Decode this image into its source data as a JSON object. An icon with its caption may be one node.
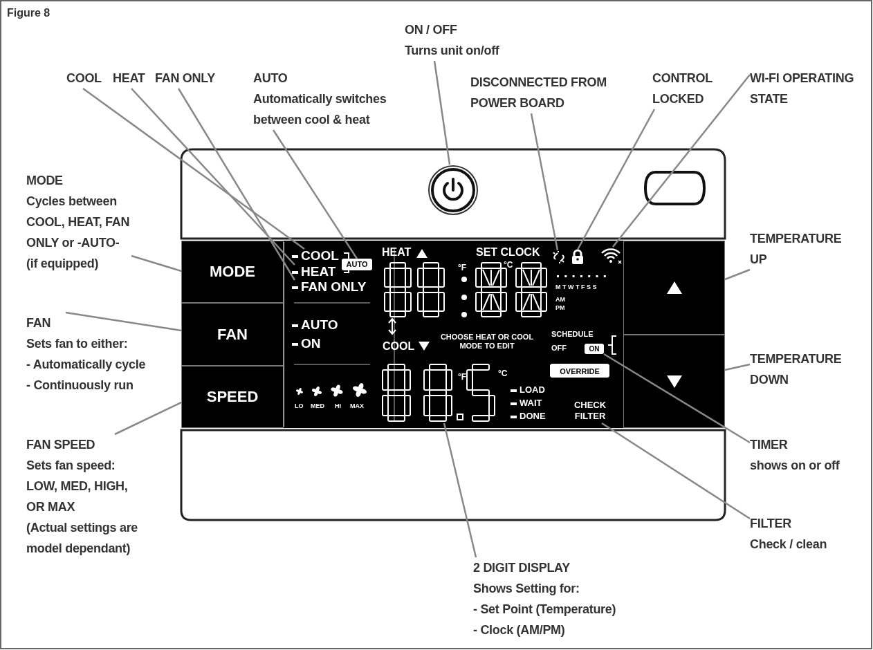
{
  "diagram": {
    "title": "Figure 8",
    "nodes": [
      {
        "text": [
          "ON / OFF",
          "Turns unit on/off"
        ]
      },
      {
        "text": [
          "COOL"
        ]
      },
      {
        "text": [
          "HEAT"
        ]
      },
      {
        "text": [
          "FAN ONLY"
        ]
      },
      {
        "text": [
          "AUTO",
          "Automatically switches between cool & heat"
        ]
      },
      {
        "text": [
          "DISCONNECTED FROM POWER BOARD"
        ]
      },
      {
        "text": [
          "CONTROL LOCKED"
        ]
      },
      {
        "text": [
          "WI-FI OPERATING STATE"
        ]
      },
      {
        "text": [
          "MODE",
          "Cycles between COOL, HEAT, FAN ONLY or -AUTO- (if equipped)"
        ]
      },
      {
        "text": [
          "FAN",
          "Sets fan to either:",
          "- Automatically cycle",
          "- Continuously run"
        ]
      },
      {
        "text": [
          "FAN SPEED",
          "Sets fan speed: LOW, MED, HIGH, OR MAX",
          "(Actual settings are model dependant)"
        ]
      },
      {
        "text": [
          "TEMPERATURE UP"
        ]
      },
      {
        "text": [
          "TEMPERATURE DOWN"
        ]
      },
      {
        "text": [
          "TIMER",
          "shows on or off"
        ]
      },
      {
        "text": [
          "FILTER",
          "Check / clean"
        ]
      },
      {
        "text": [
          "2 DIGIT DISPLAY",
          "Shows Setting for:",
          "- Set Point (Temperature)",
          "- Clock (AM/PM)"
        ]
      },
      {
        "text": [],
        "shape": "circle"
      },
      {
        "text": [
          "MODE"
        ]
      },
      {
        "text": [
          "FAN"
        ]
      },
      {
        "text": [
          "SPEED"
        ]
      },
      {
        "text": [
          "COOL"
        ]
      },
      {
        "text": [
          "HEAT"
        ]
      },
      {
        "text": [
          "FAN ONLY"
        ]
      },
      {
        "text": [
          "AUTO"
        ]
      },
      {
        "text": [],
        "shape": "icon"
      },
      {
        "text": [],
        "shape": "icon"
      },
      {
        "text": [],
        "shape": "icon"
      },
      {
        "text": [],
        "shape": "box"
      },
      {
        "text": [],
        "shape": "box"
      },
      {
        "text": [
          "ON"
        ]
      },
      {
        "text": [
          "CHECK FILTER"
        ]
      },
      {
        "text": [],
        "shape": "box"
      },
      {
        "text": [
          "AUTO"
        ]
      },
      {
        "text": [
          "ON"
        ]
      }
    ],
    "edges": [
      {
        "from": 0,
        "to": 16,
        "arrow": "none"
      },
      {
        "from": 1,
        "to": 20,
        "arrow": "none"
      },
      {
        "from": 2,
        "to": 21,
        "arrow": "none"
      },
      {
        "from": 3,
        "to": 22,
        "arrow": "none"
      },
      {
        "from": 4,
        "to": 23,
        "arrow": "none"
      },
      {
        "from": 5,
        "to": 24,
        "arrow": "none"
      },
      {
        "from": 6,
        "to": 25,
        "arrow": "none"
      },
      {
        "from": 7,
        "to": 26,
        "arrow": "none"
      },
      {
        "from": 8,
        "to": 17,
        "arrow": "none"
      },
      {
        "from": 9,
        "to": 18,
        "arrow": "none"
      },
      {
        "from": 10,
        "to": 19,
        "arrow": "none"
      },
      {
        "from": 11,
        "to": 27,
        "arrow": "none"
      },
      {
        "from": 12,
        "to": 28,
        "arrow": "none"
      },
      {
        "from": 13,
        "to": 29,
        "arrow": "none"
      },
      {
        "from": 14,
        "to": 30,
        "arrow": "none"
      },
      {
        "from": 15,
        "to": 31,
        "arrow": "none"
      }
    ],
    "labels": [
      "LO",
      "MED",
      "HI",
      "MAX",
      "HEAT",
      "SET CLOCK",
      "°F",
      "°C",
      "M T W T F S S",
      "AM",
      "PM",
      "COOL",
      "CHOOSE HEAT OR COOL MODE TO EDIT",
      "SCHEDULE",
      "OFF",
      "OVERRIDE",
      "°F",
      "°C",
      "LOAD",
      "WAIT",
      "DONE"
    ]
  }
}
